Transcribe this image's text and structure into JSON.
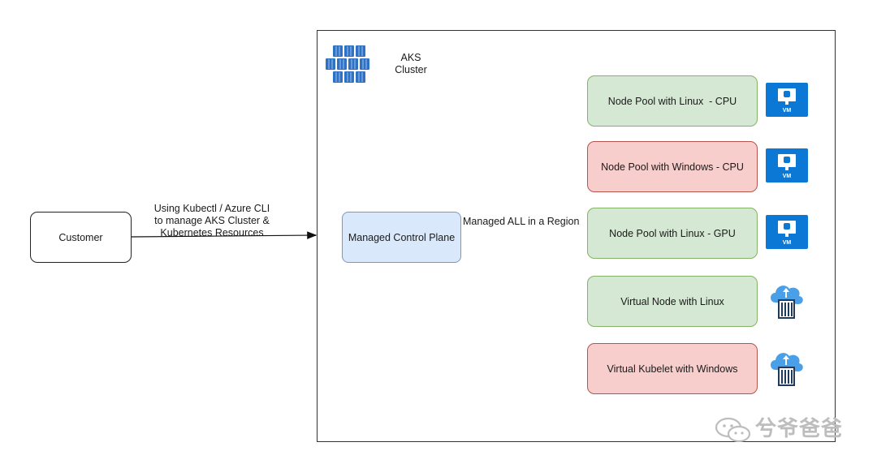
{
  "customer": {
    "label": "Customer"
  },
  "arrow_customer": {
    "label_lines": [
      "Using Kubectl / Azure CLI",
      "to manage AKS Cluster &",
      "Kubernetes Resources"
    ]
  },
  "cluster": {
    "title_lines": [
      "AKS",
      "Cluster"
    ]
  },
  "control_plane": {
    "label": "Managed Control Plane"
  },
  "arrow_region": {
    "label": "Managed ALL in a Region"
  },
  "pools": [
    {
      "label": "Node Pool with Linux  - CPU",
      "color": "green",
      "icon": "vm-icon",
      "icon_text": "VM"
    },
    {
      "label": "Node Pool with Windows - CPU",
      "color": "red",
      "icon": "vm-icon",
      "icon_text": "VM"
    },
    {
      "label": "Node Pool with Linux - GPU",
      "color": "green",
      "icon": "vm-icon",
      "icon_text": "VM"
    },
    {
      "label": "Virtual Node with Linux",
      "color": "green",
      "icon": "container-cloud-icon"
    },
    {
      "label": "Virtual Kubelet with Windows",
      "color": "red",
      "icon": "container-cloud-icon"
    }
  ],
  "watermark": {
    "text": "兮爷爸爸"
  },
  "colors": {
    "green_fill": "#d5e8d4",
    "green_border": "#82b366",
    "red_fill": "#f8cecc",
    "red_border": "#b85450",
    "blue_fill": "#dae8fc",
    "azure_blue": "#0a78d4"
  }
}
